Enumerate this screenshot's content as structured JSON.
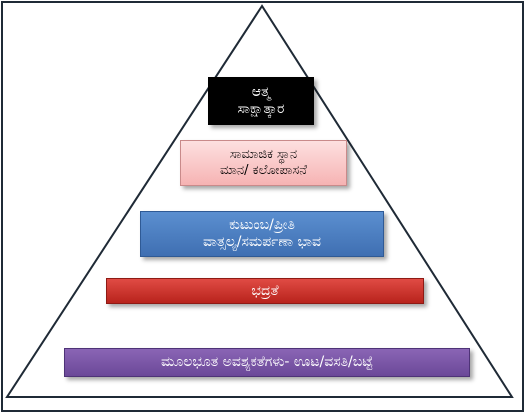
{
  "pyramid": {
    "levels": [
      {
        "lines": [
          "ಆತ್ಮ",
          "ಸಾಕ್ಷಾತ್ಕಾರ"
        ],
        "color": "#000000"
      },
      {
        "lines": [
          "ಸಾಮಾಜಿಕ ಸ್ಥಾನ",
          "ಮಾನ/ ಕಲೋಪಾಸನೆ"
        ],
        "color": "#f8c0c0"
      },
      {
        "lines": [
          "ಕುಟುಂಬ/ಪ್ರೀತಿ",
          "ವಾತ್ಸಲ್ಯ/ಸಮರ್ಪಣಾ ಭಾವ"
        ],
        "color": "#4a7cc0"
      },
      {
        "lines": [
          "ಭದ್ರತೆ"
        ],
        "color": "#c9302a"
      },
      {
        "lines": [
          "ಮೂಲಭೂತ ಅವಶ್ಯಕತೆಗಳು- ಊಟ/ವಸತಿ/ಬಟ್ಟೆ"
        ],
        "color": "#7a58a8"
      }
    ]
  }
}
